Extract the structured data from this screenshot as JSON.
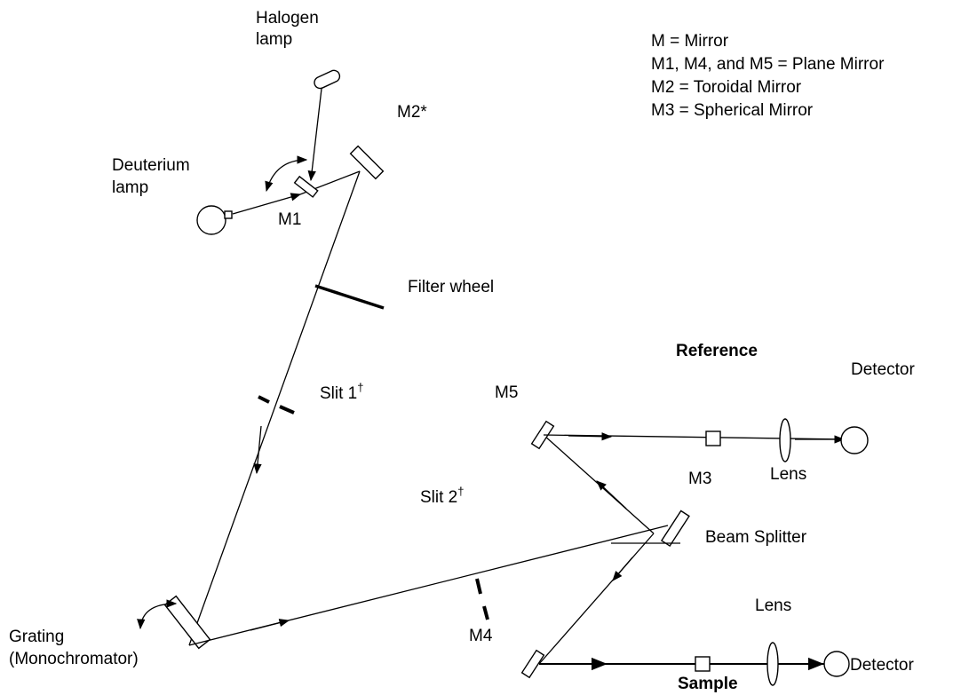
{
  "legend": {
    "line1": "M  =  Mirror",
    "line2": "M1, M4, and M5  =  Plane Mirror",
    "line3": "M2  =  Toroidal Mirror",
    "line4": "M3  =  Spherical Mirror"
  },
  "labels": {
    "halogen_line1": "Halogen",
    "halogen_line2": "lamp",
    "deuterium_line1": "Deuterium",
    "deuterium_line2": "lamp",
    "m1": "M1",
    "m2": "M2*",
    "filter_wheel": "Filter wheel",
    "slit1": "Slit 1",
    "slit1_mark": "†",
    "slit2": "Slit 2",
    "slit2_mark": "†",
    "m5": "M5",
    "reference": "Reference",
    "detector_ref": "Detector",
    "m3": "M3",
    "lens_ref": "Lens",
    "beam_splitter": "Beam Splitter",
    "lens_sample": "Lens",
    "grating_line1": "Grating",
    "grating_line2": "(Monochromator)",
    "m4": "M4",
    "sample": "Sample",
    "detector_sample": "Detector"
  }
}
